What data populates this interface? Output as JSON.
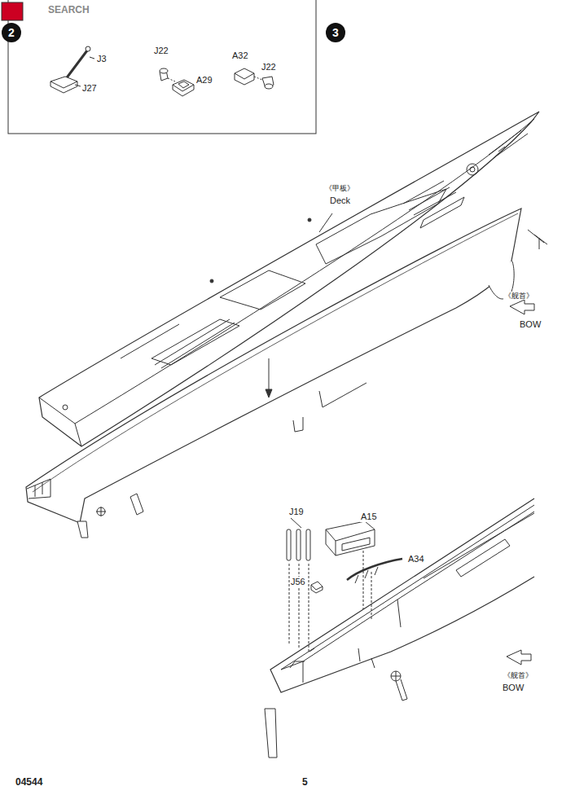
{
  "diagram": {
    "nodes": [
      {
        "text": [
          "2"
        ]
      },
      {
        "text": [
          "3"
        ]
      }
    ],
    "labels": [
      "SEARCH",
      "J3",
      "J27",
      "J22",
      "A29",
      "A32",
      "J22",
      "《甲板》",
      "Deck",
      "《舰首》",
      "BOW",
      "J19",
      "A15",
      "J56",
      "A34",
      "《舰首》",
      "BOW",
      "04544",
      "5"
    ]
  }
}
